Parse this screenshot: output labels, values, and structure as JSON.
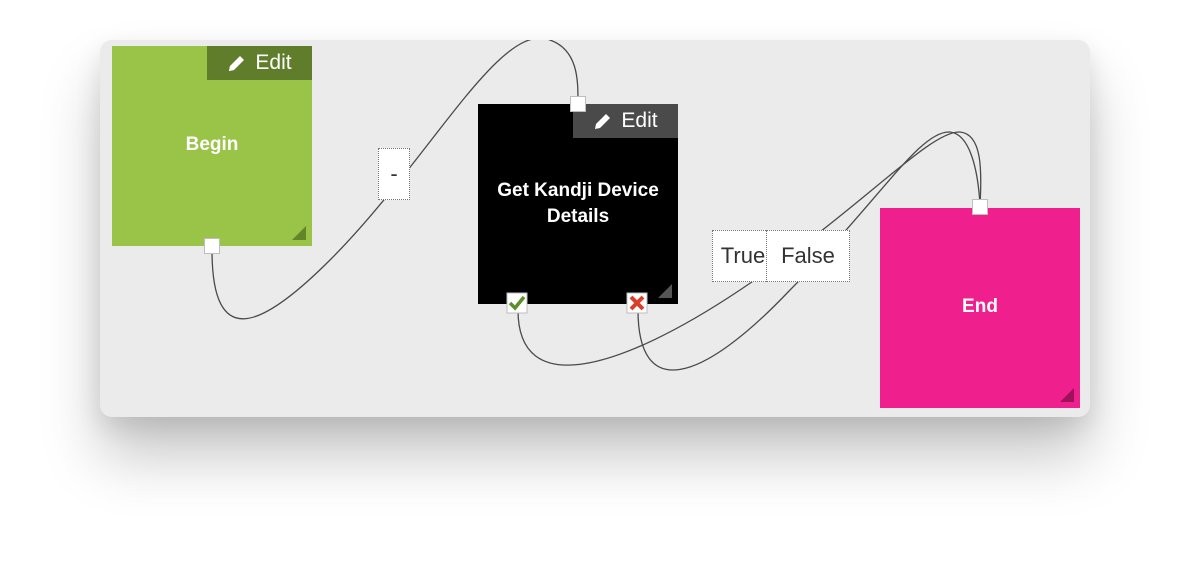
{
  "nodes": {
    "begin": {
      "title": "Begin",
      "edit_label": "Edit",
      "color": "#99c447",
      "edit_bg": "#5f7d2b"
    },
    "action": {
      "title": "Get Kandji Device Details",
      "edit_label": "Edit",
      "color": "#000000",
      "edit_bg": "#4a4a4a"
    },
    "end": {
      "title": "End",
      "color": "#ef1f8e"
    }
  },
  "wire_labels": {
    "default": "-",
    "true_branch": "True",
    "false_branch": "False"
  },
  "colors": {
    "canvas": "#ebebeb",
    "wire": "#4a4a4a",
    "true_icon": "#5a8f2a",
    "false_icon": "#d9402b"
  },
  "icons": {
    "edit": "pencil-icon",
    "resize": "resize-handle-icon",
    "true_port": "checkmark-icon",
    "false_port": "x-icon"
  }
}
